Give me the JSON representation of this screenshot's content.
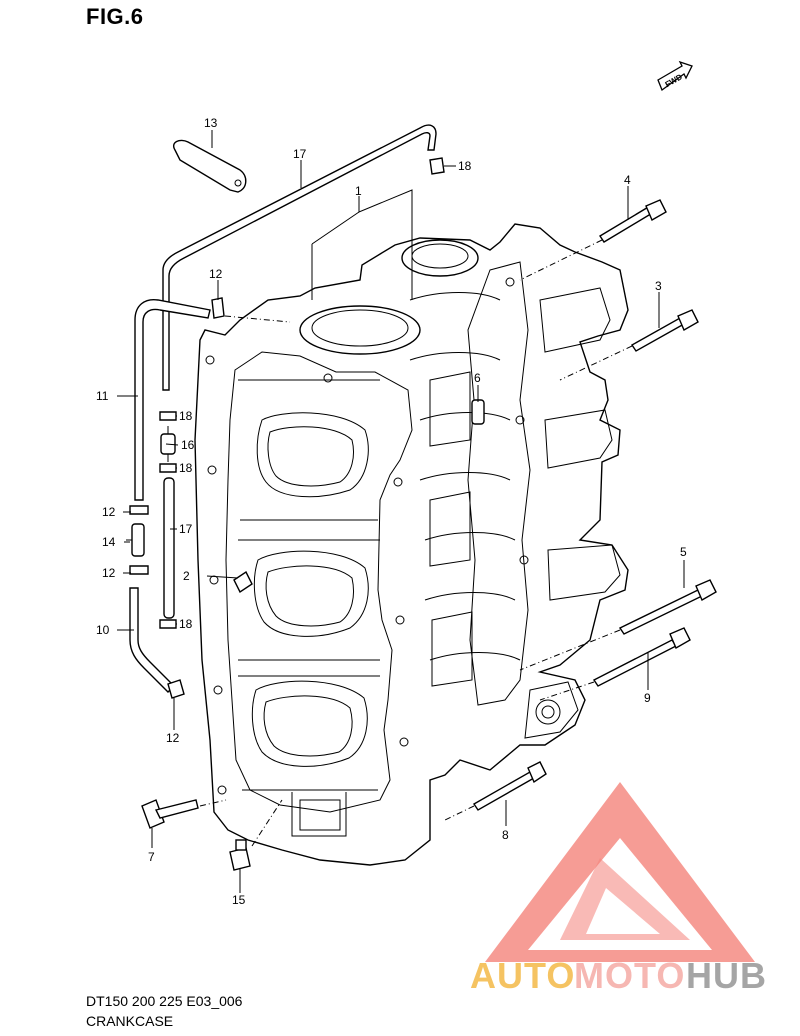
{
  "figure": {
    "title": "FIG.6",
    "model_code": "DT150 200 225 E03_006",
    "caption": "CRANKCASE",
    "direction_marker": "FWD"
  },
  "callouts": [
    "1",
    "2",
    "3",
    "4",
    "5",
    "6",
    "7",
    "8",
    "9",
    "10",
    "11",
    "12",
    "12",
    "12",
    "12",
    "13",
    "14",
    "15",
    "16",
    "17",
    "17",
    "18",
    "18",
    "18",
    "18"
  ],
  "watermark": {
    "text_auto": "AUTO",
    "text_moto": "MOTO",
    "text_hub": "HUB",
    "colors": {
      "auto": "#f3b53b",
      "moto": "#f4a6a0",
      "hub": "#8f8f8f",
      "logo": "#f05a4f"
    }
  }
}
